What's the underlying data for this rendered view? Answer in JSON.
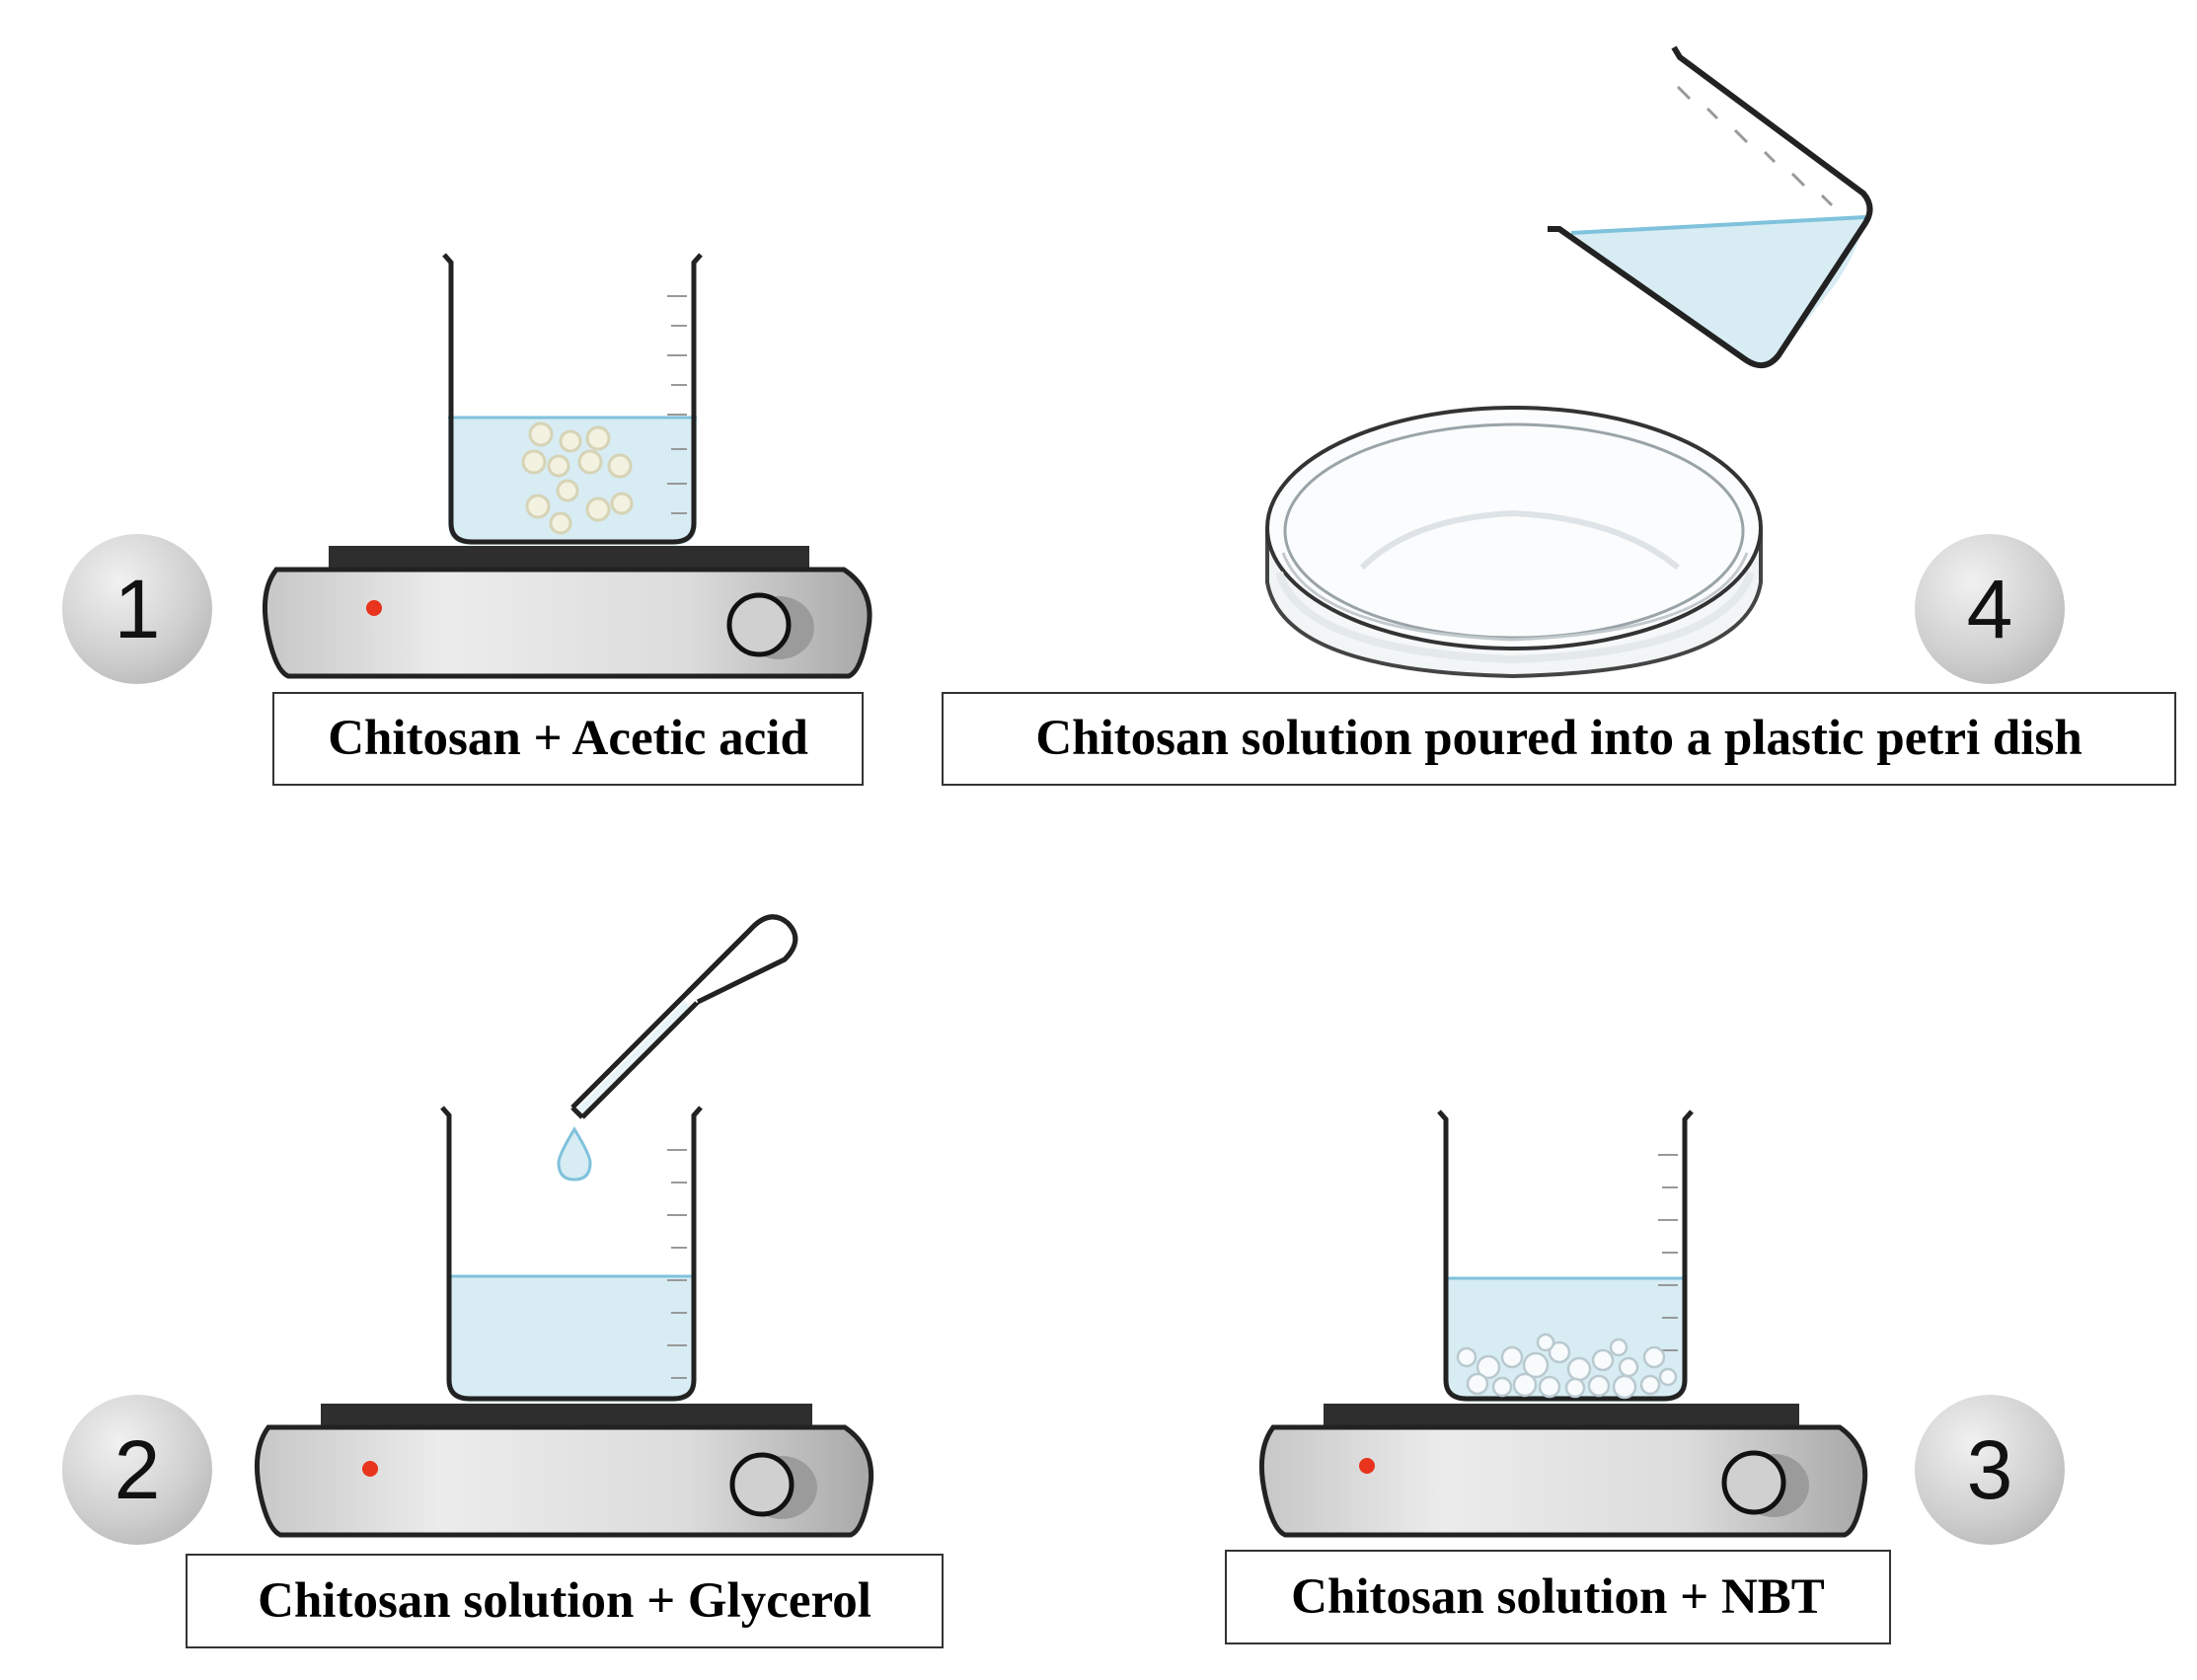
{
  "steps": [
    {
      "number": "1",
      "caption": "Chitosan + Acetic acid"
    },
    {
      "number": "2",
      "caption": "Chitosan solution + Glycerol"
    },
    {
      "number": "3",
      "caption": "Chitosan solution + NBT"
    },
    {
      "number": "4",
      "caption": "Chitosan solution poured into a plastic petri dish"
    }
  ],
  "colors": {
    "liquid": "#d7ecf3",
    "liquid_line": "#7fc2dc",
    "indicator": "#e8341c",
    "badge": "#c8c8c8"
  },
  "icons": [
    "beaker-icon",
    "hot-plate-stirrer-icon",
    "pipette-icon",
    "droplet-icon",
    "petri-dish-icon",
    "pouring-beaker-icon",
    "particles-icon"
  ]
}
